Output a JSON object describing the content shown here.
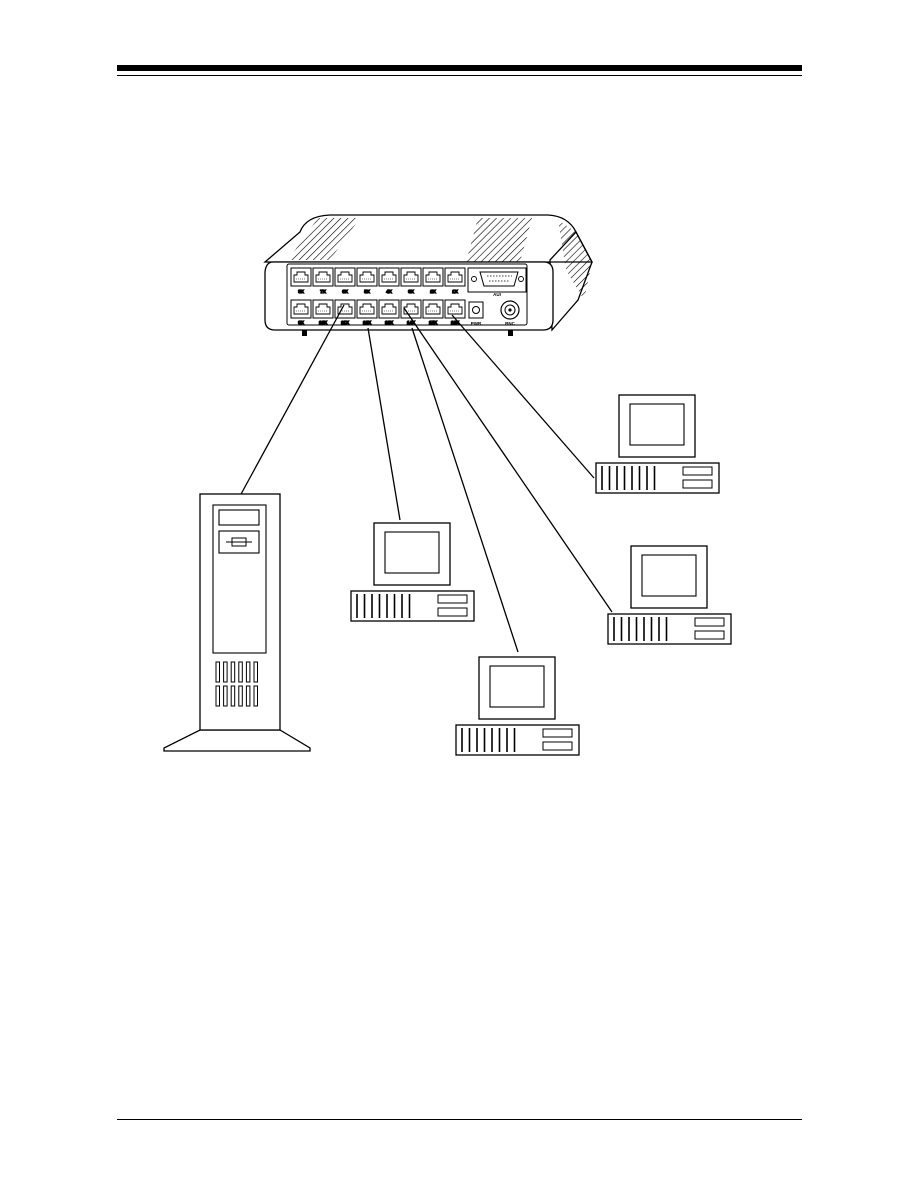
{
  "hub": {
    "top_port_labels": [
      "8X",
      "7X",
      "6X",
      "5X",
      "4X",
      "3X",
      "2X",
      "1X"
    ],
    "bottom_port_labels": [
      "9X",
      "10X",
      "11X",
      "12X",
      "13X",
      "14X",
      "15X",
      "16X"
    ],
    "aui_label": "AUI",
    "pwr_label": "PWR",
    "bnc_label": "BNC"
  },
  "colors": {
    "stroke": "#000000",
    "background": "#ffffff"
  }
}
